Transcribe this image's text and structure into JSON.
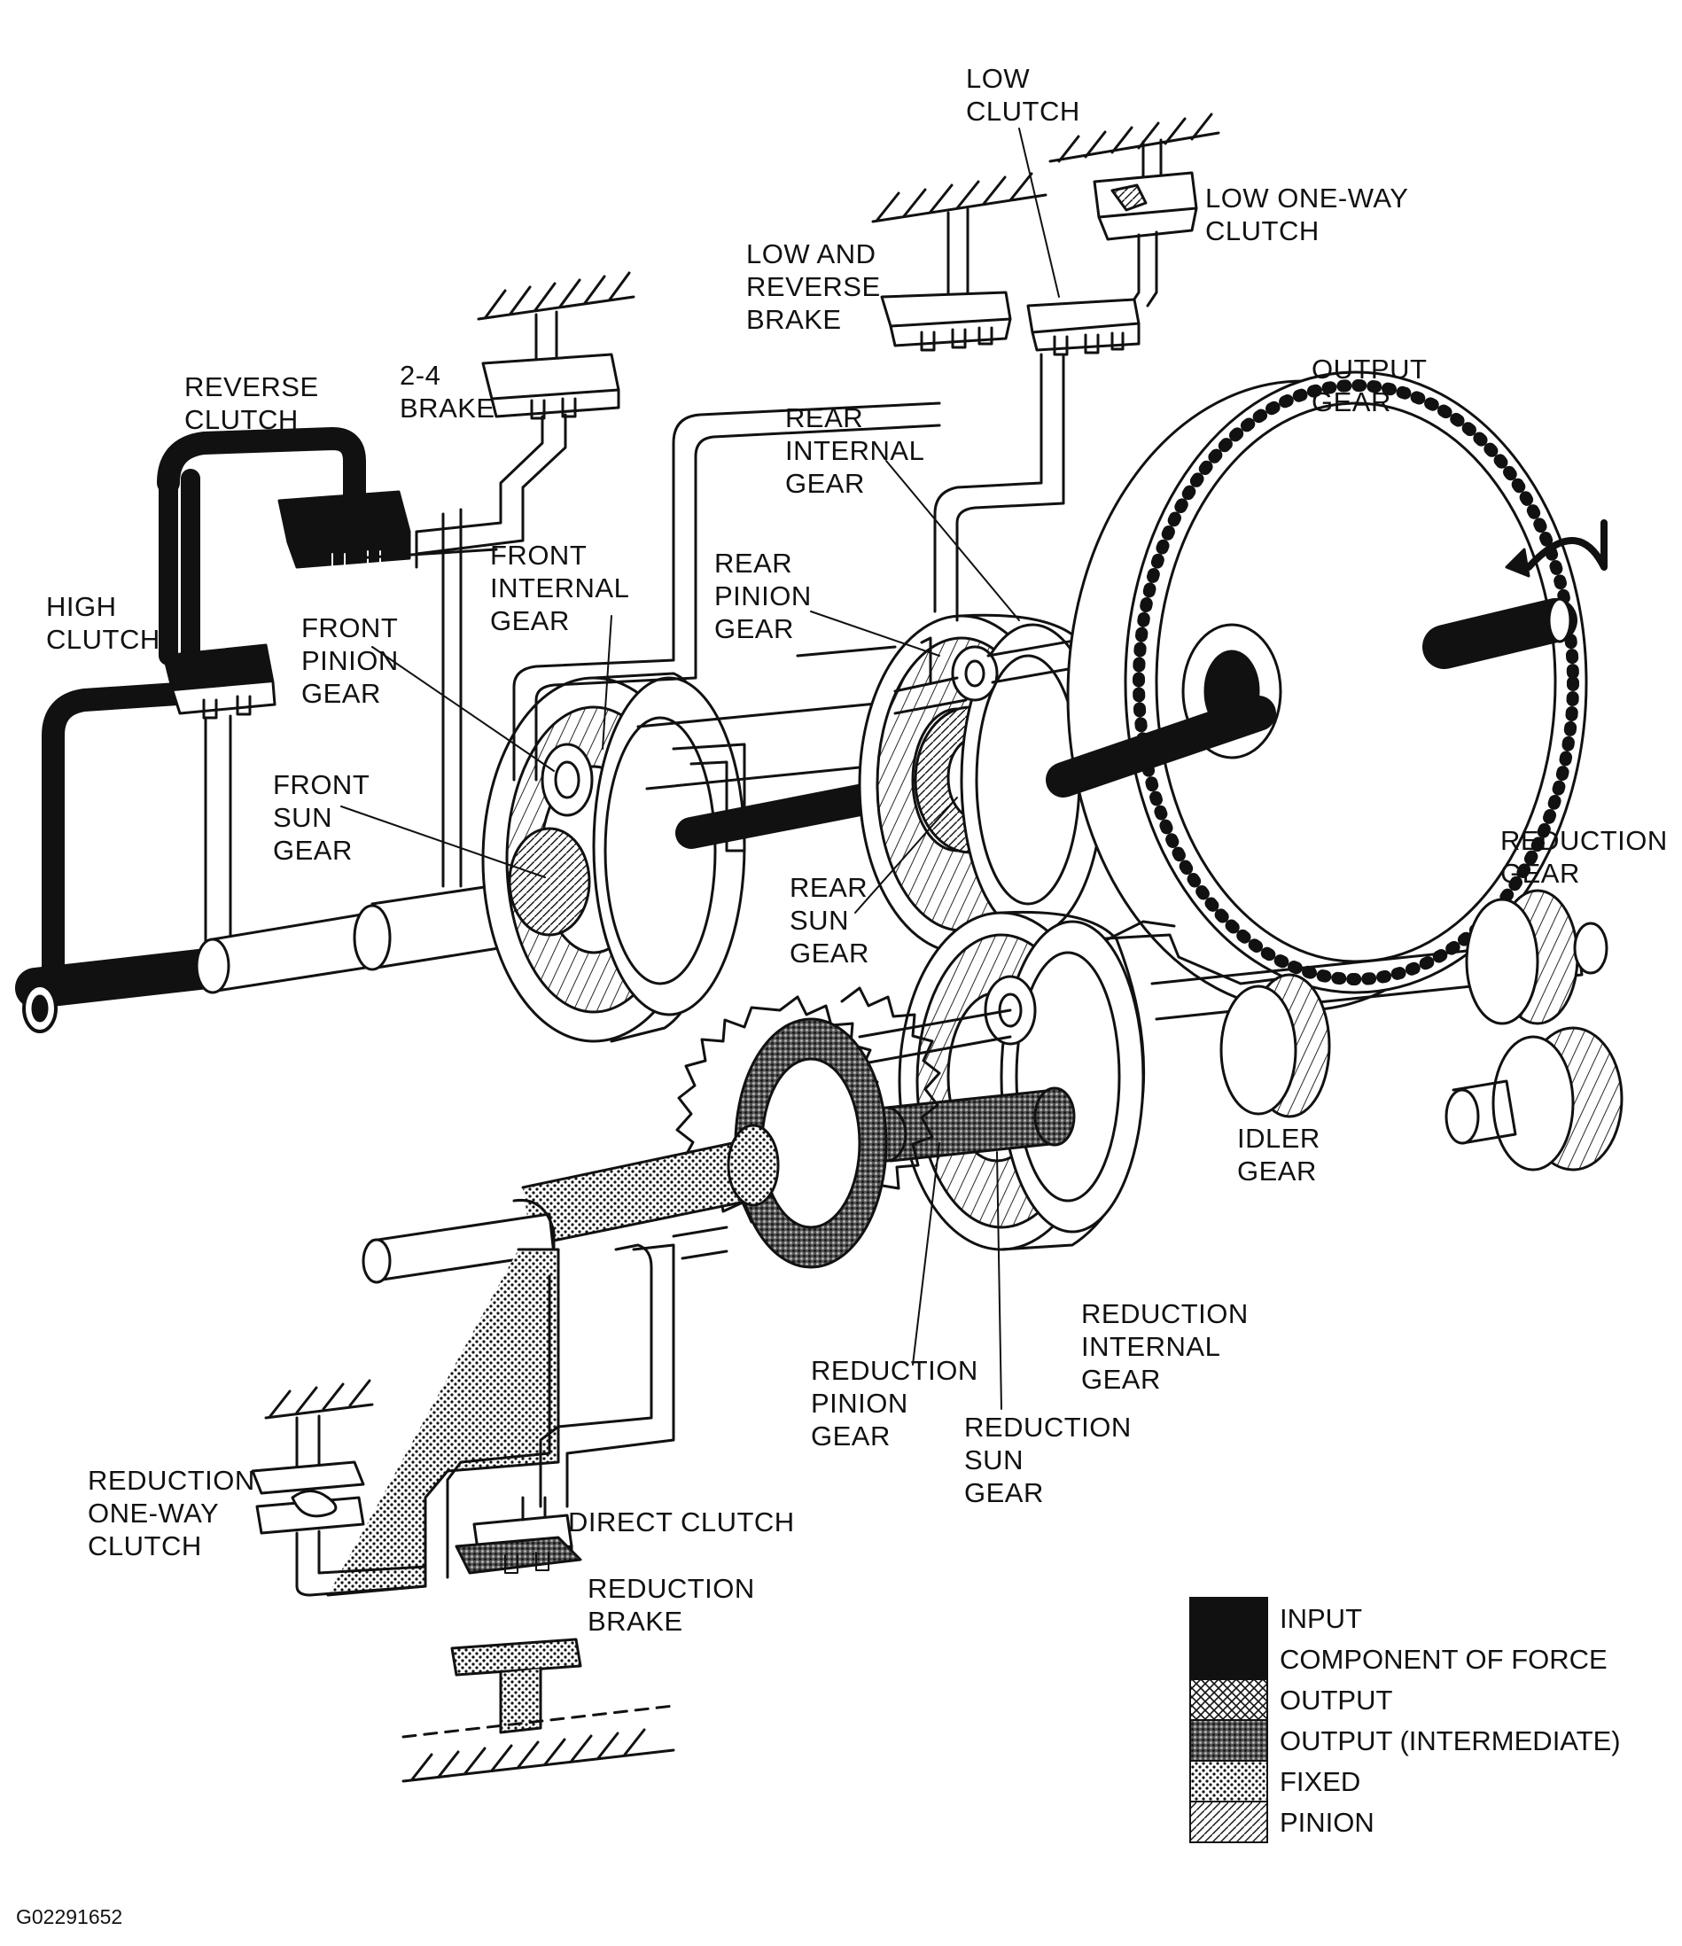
{
  "labels": {
    "low_clutch": "LOW\nCLUTCH",
    "low_one_way_clutch": "LOW ONE-WAY\nCLUTCH",
    "low_and_reverse_brake": "LOW AND\nREVERSE\nBRAKE",
    "output_gear": "OUTPUT\nGEAR",
    "reverse_clutch": "REVERSE\nCLUTCH",
    "brake_2_4": "2-4\nBRAKE",
    "rear_internal_gear": "REAR\nINTERNAL\nGEAR",
    "front_internal_gear": "FRONT\nINTERNAL\nGEAR",
    "rear_pinion_gear": "REAR\nPINION\nGEAR",
    "high_clutch": "HIGH\nCLUTCH",
    "front_pinion_gear": "FRONT\nPINION\nGEAR",
    "front_sun_gear": "FRONT\nSUN\nGEAR",
    "rear_sun_gear": "REAR\nSUN\nGEAR",
    "reduction_gear": "REDUCTION\nGEAR",
    "idler_gear": "IDLER\nGEAR",
    "reduction_internal_gear": "REDUCTION\nINTERNAL\nGEAR",
    "reduction_pinion_gear": "REDUCTION\nPINION\nGEAR",
    "reduction_sun_gear": "REDUCTION\nSUN\nGEAR",
    "reduction_one_way_clutch": "REDUCTION\nONE-WAY\nCLUTCH",
    "direct_clutch": "DIRECT CLUTCH",
    "reduction_brake": "REDUCTION\nBRAKE"
  },
  "legend": {
    "items": [
      {
        "label": "INPUT",
        "pattern": "solid-black"
      },
      {
        "label": "COMPONENT OF FORCE",
        "pattern": "solid-black"
      },
      {
        "label": "OUTPUT",
        "pattern": "cross-hatch"
      },
      {
        "label": "OUTPUT (INTERMEDIATE)",
        "pattern": "dark-dots"
      },
      {
        "label": "FIXED",
        "pattern": "dots"
      },
      {
        "label": "PINION",
        "pattern": "diagonal-lines"
      }
    ]
  },
  "figure_id": "G02291652"
}
